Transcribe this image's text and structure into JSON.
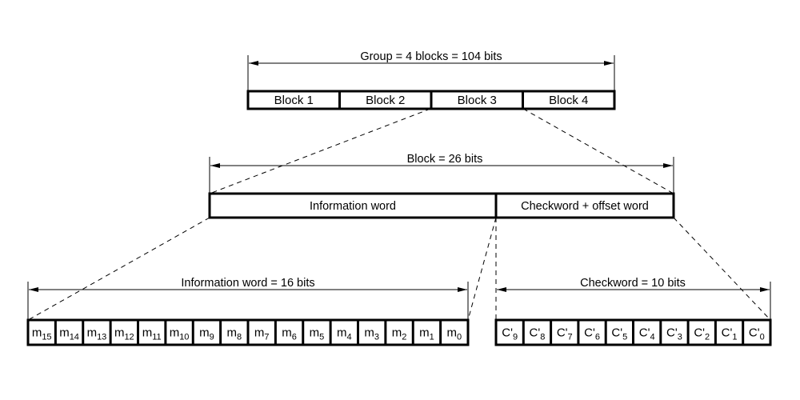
{
  "group": {
    "dimension_label": "Group = 4 blocks = 104 bits",
    "blocks": [
      "Block 1",
      "Block 2",
      "Block 3",
      "Block 4"
    ]
  },
  "block": {
    "dimension_label": "Block = 26 bits",
    "parts": [
      "Information word",
      "Checkword + offset word"
    ]
  },
  "information_word": {
    "dimension_label": "Information word = 16 bits",
    "bit_prefix": "m",
    "bits": [
      "15",
      "14",
      "13",
      "12",
      "11",
      "10",
      "9",
      "8",
      "7",
      "6",
      "5",
      "4",
      "3",
      "2",
      "1",
      "0"
    ]
  },
  "checkword": {
    "dimension_label": "Checkword = 10 bits",
    "bit_prefix": "C'",
    "bits": [
      "9",
      "8",
      "7",
      "6",
      "5",
      "4",
      "3",
      "2",
      "1",
      "0"
    ]
  },
  "colors": {
    "line": "#000000",
    "background": "#ffffff"
  }
}
